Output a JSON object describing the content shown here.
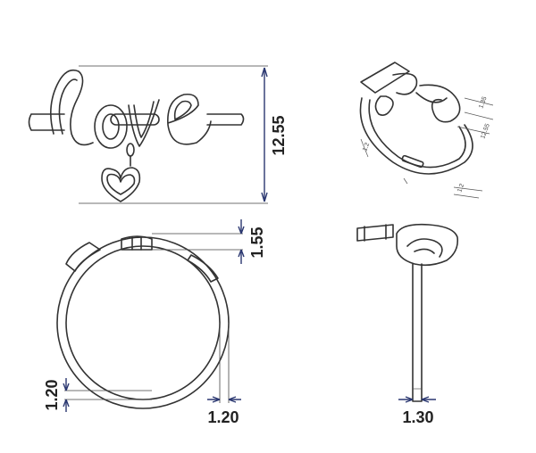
{
  "dimensions": {
    "height_front": "12.55",
    "top_thickness": "1.55",
    "band_thickness_left": "1.20",
    "band_thickness_bottom": "1.20",
    "band_width_side": "1.30"
  },
  "iso_labels": [
    "1.35",
    "12.55",
    "1.2",
    "1.2"
  ],
  "line_color": "#333333",
  "dimension_color": "#2a3770"
}
